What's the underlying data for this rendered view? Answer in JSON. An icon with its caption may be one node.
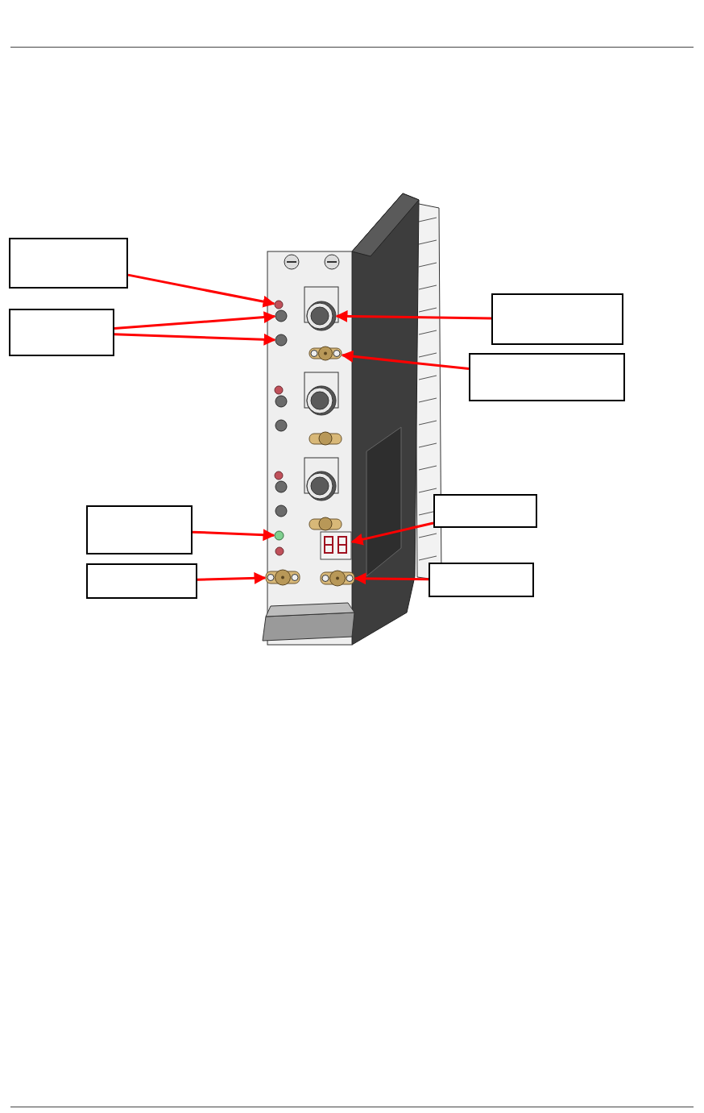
{
  "diagram": {
    "nodes": [
      {
        "text": [],
        "shape": "box"
      },
      {
        "text": [],
        "shape": "box"
      },
      {
        "text": [],
        "shape": "box"
      },
      {
        "text": [],
        "shape": "box"
      },
      {
        "text": [],
        "shape": "box"
      },
      {
        "text": [],
        "shape": "box"
      },
      {
        "text": [],
        "shape": "box"
      },
      {
        "text": [],
        "shape": "box"
      },
      {
        "text": [],
        "shape": "circle"
      },
      {
        "text": [],
        "shape": "circle"
      },
      {
        "text": [],
        "shape": "circle"
      },
      {
        "text": [],
        "shape": "circle"
      },
      {
        "text": [],
        "shape": "box"
      },
      {
        "text": [],
        "shape": "box"
      },
      {
        "text": [],
        "shape": "circle"
      },
      {
        "text": [],
        "shape": "box"
      },
      {
        "text": [],
        "shape": "box"
      }
    ],
    "edges": [
      {
        "from": 0,
        "to": 8,
        "arrow": "to"
      },
      {
        "from": 1,
        "to": 9,
        "arrow": "to"
      },
      {
        "from": 1,
        "to": 10,
        "arrow": "to"
      },
      {
        "from": 2,
        "to": 11,
        "arrow": "to"
      },
      {
        "from": 3,
        "to": 12,
        "arrow": "to"
      },
      {
        "from": 4,
        "to": 13,
        "arrow": "to"
      },
      {
        "from": 5,
        "to": 14,
        "arrow": "to"
      },
      {
        "from": 6,
        "to": 15,
        "arrow": "to"
      },
      {
        "from": 7,
        "to": 16,
        "arrow": "to"
      }
    ]
  }
}
